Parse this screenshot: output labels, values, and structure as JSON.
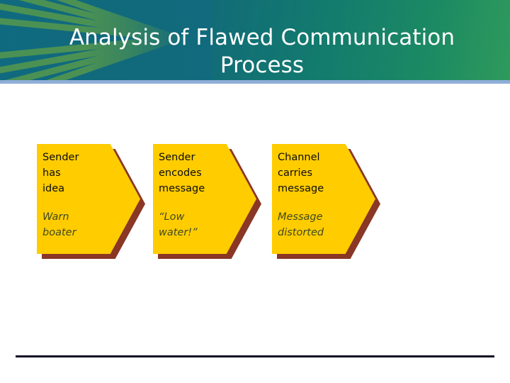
{
  "slide": {
    "title": "Analysis of Flawed Communication\nProcess",
    "background_color": "#ffffff"
  },
  "header": {
    "gradient_start": "#0f6a80",
    "gradient_end": "#2f9a5c",
    "chevron_color": "#4b9153",
    "bottom_rule_color": "#8faed8",
    "title_color": "#ffffff"
  },
  "process": {
    "arrow_fill": "#ffcc00",
    "arrow_shadow": "#8a3726",
    "heading_color": "#0c0c0c",
    "note_color": "#3f4a24",
    "steps": [
      {
        "heading": "Sender\nhas\nidea",
        "note": "Warn\nboater"
      },
      {
        "heading": "Sender\nencodes\nmessage",
        "note": "“Low\nwater!”"
      },
      {
        "heading": "Channel\ncarries\nmessage",
        "note": "Message\ndistorted"
      }
    ]
  },
  "footer": {
    "rule_color": "#0d0d26"
  }
}
